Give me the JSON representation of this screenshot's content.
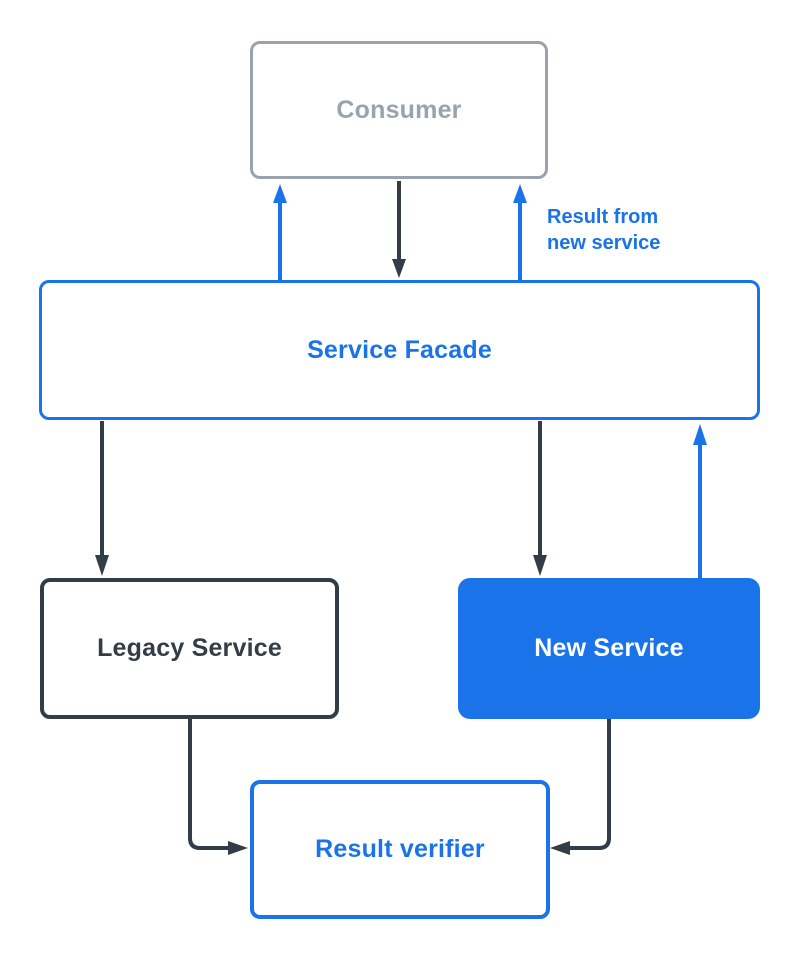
{
  "colors": {
    "blue": "#1A73E8",
    "dark": "#333D47",
    "gray": "#9AA2AC",
    "white": "#ffffff"
  },
  "nodes": {
    "consumer": {
      "label": "Consumer",
      "style": "gray-outline"
    },
    "facade": {
      "label": "Service Facade",
      "style": "blue-outline"
    },
    "legacy": {
      "label": "Legacy Service",
      "style": "dark-outline"
    },
    "new": {
      "label": "New Service",
      "style": "blue-filled"
    },
    "verifier": {
      "label": "Result verifier",
      "style": "blue-outline"
    }
  },
  "annotation": {
    "line1": "Result from",
    "line2": "new service"
  },
  "edges": [
    {
      "from": "consumer",
      "to": "facade",
      "color": "dark",
      "direction": "down"
    },
    {
      "from": "facade",
      "to": "consumer",
      "color": "blue",
      "direction": "up",
      "position": "left"
    },
    {
      "from": "facade",
      "to": "consumer",
      "color": "blue",
      "direction": "up",
      "position": "right",
      "label": "Result from new service"
    },
    {
      "from": "facade",
      "to": "legacy",
      "color": "dark",
      "direction": "down"
    },
    {
      "from": "facade",
      "to": "new",
      "color": "dark",
      "direction": "down"
    },
    {
      "from": "new",
      "to": "facade",
      "color": "blue",
      "direction": "up"
    },
    {
      "from": "legacy",
      "to": "verifier",
      "color": "dark",
      "direction": "down-right"
    },
    {
      "from": "new",
      "to": "verifier",
      "color": "dark",
      "direction": "down-left"
    }
  ]
}
